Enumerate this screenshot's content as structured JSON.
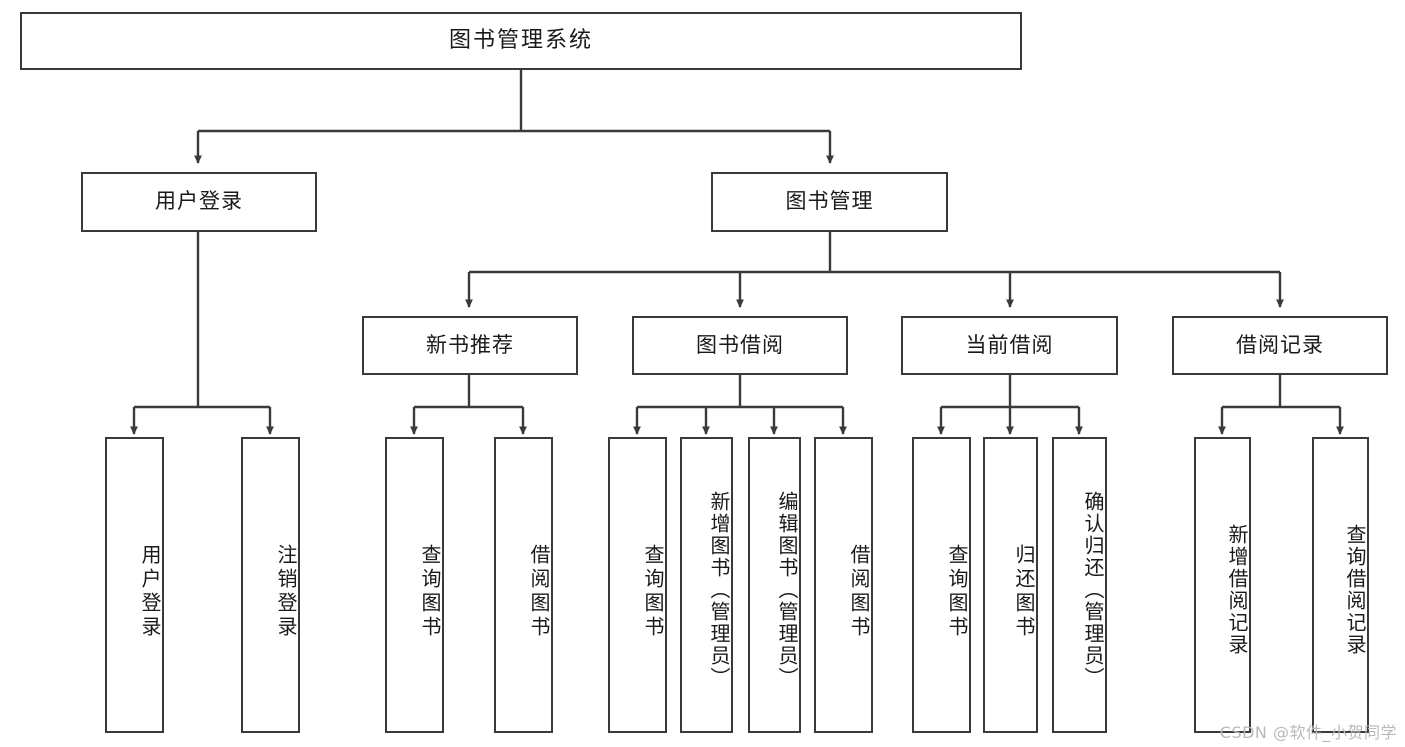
{
  "diagram": {
    "type": "tree-hierarchy-diagram",
    "title": "图书管理系统",
    "colors": {
      "stroke": "#3a3a3a",
      "fill": "#ffffff",
      "text": "#1a1a1a",
      "watermark": "#b9b9b9"
    },
    "root": {
      "id": "root",
      "label": "图书管理系统"
    },
    "level2": [
      {
        "id": "user-login",
        "label": "用户登录"
      },
      {
        "id": "book-manage",
        "label": "图书管理"
      }
    ],
    "level3": [
      {
        "id": "new-book-recommend",
        "label": "新书推荐"
      },
      {
        "id": "book-borrow",
        "label": "图书借阅"
      },
      {
        "id": "current-borrow",
        "label": "当前借阅"
      },
      {
        "id": "borrow-record",
        "label": "借阅记录"
      }
    ],
    "leaves": {
      "user-login": [
        {
          "id": "leaf-user-login",
          "label": "用户登录"
        },
        {
          "id": "leaf-user-logout",
          "label": "注销登录"
        }
      ],
      "new-book-recommend": [
        {
          "id": "leaf-query-book-1",
          "label": "查询图书"
        },
        {
          "id": "leaf-borrow-book-1",
          "label": "借阅图书"
        }
      ],
      "book-borrow": [
        {
          "id": "leaf-query-book-2",
          "label": "查询图书"
        },
        {
          "id": "leaf-add-book",
          "label": "新增图书（管理员）"
        },
        {
          "id": "leaf-edit-book",
          "label": "编辑图书（管理员）"
        },
        {
          "id": "leaf-borrow-book-2",
          "label": "借阅图书"
        }
      ],
      "current-borrow": [
        {
          "id": "leaf-query-book-3",
          "label": "查询图书"
        },
        {
          "id": "leaf-return-book",
          "label": "归还图书"
        },
        {
          "id": "leaf-confirm-return",
          "label": "确认归还（管理员）"
        }
      ],
      "borrow-record": [
        {
          "id": "leaf-add-record",
          "label": "新增借阅记录"
        },
        {
          "id": "leaf-query-record",
          "label": "查询借阅记录"
        }
      ]
    }
  },
  "watermark": {
    "text": "CSDN @软件_小贺同学"
  }
}
